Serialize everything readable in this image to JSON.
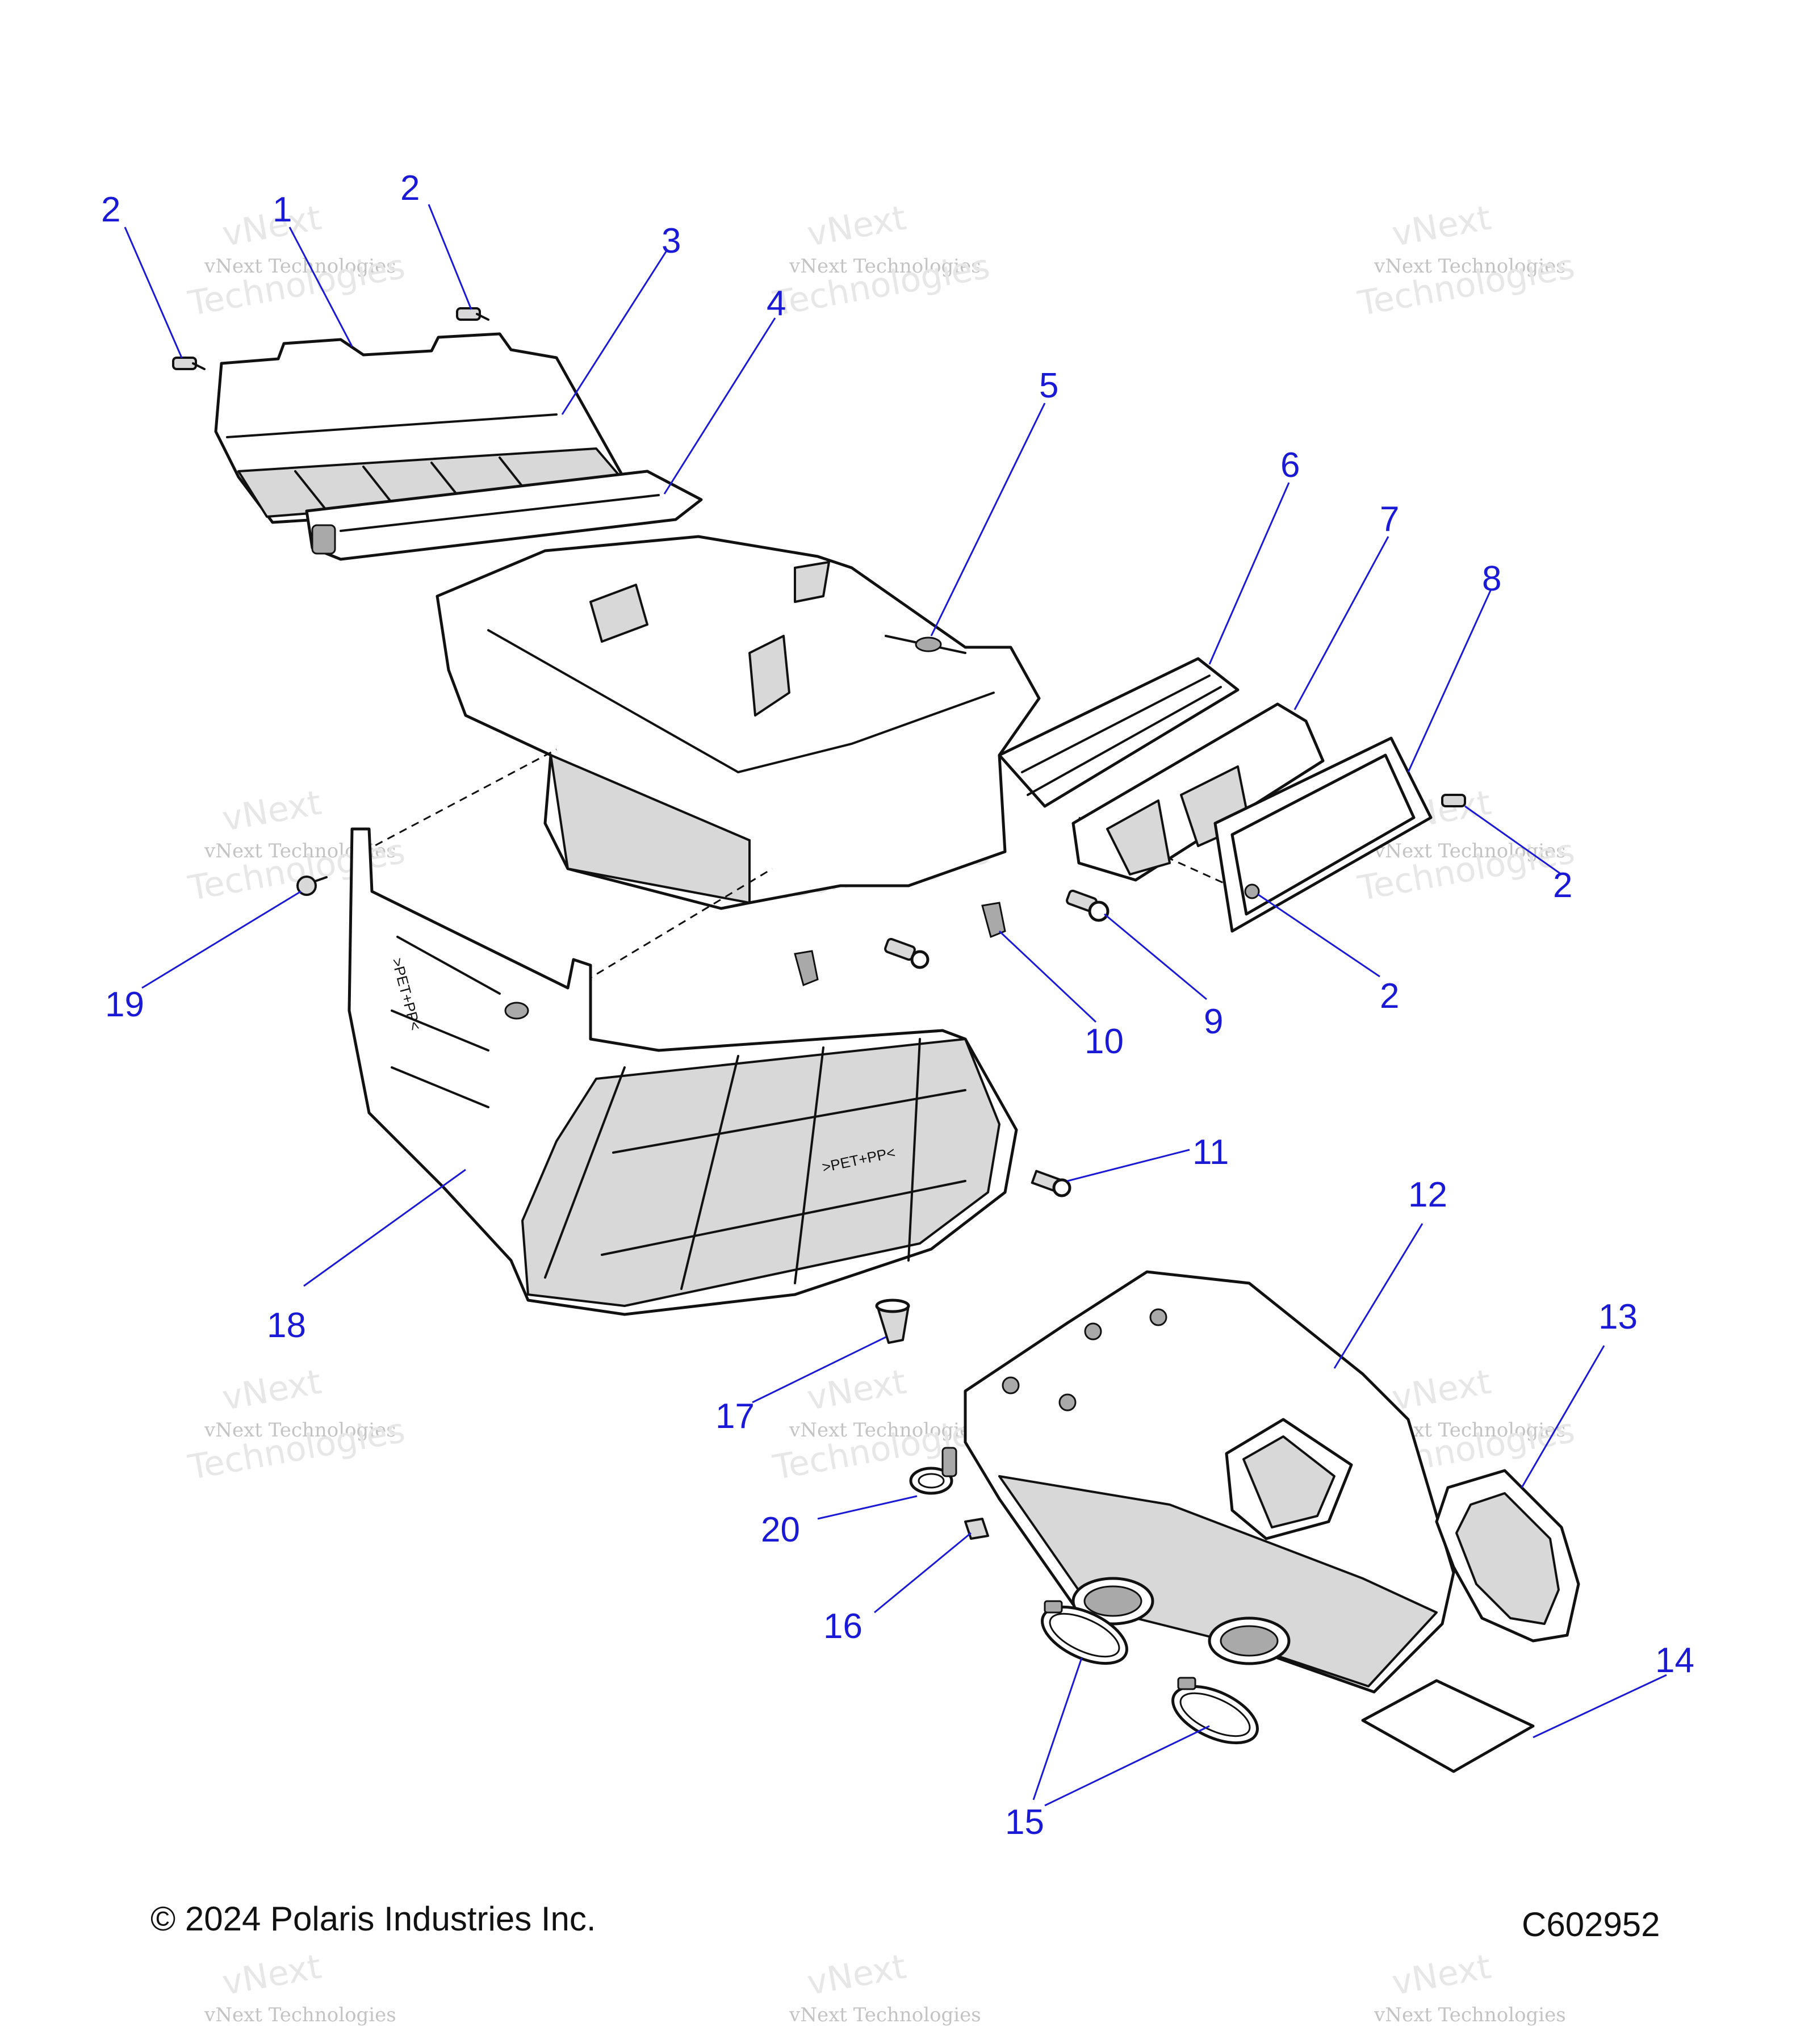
{
  "callouts": [
    {
      "id": "c1",
      "label": "1"
    },
    {
      "id": "c2a",
      "label": "2"
    },
    {
      "id": "c2b",
      "label": "2"
    },
    {
      "id": "c3",
      "label": "3"
    },
    {
      "id": "c4",
      "label": "4"
    },
    {
      "id": "c5",
      "label": "5"
    },
    {
      "id": "c6",
      "label": "6"
    },
    {
      "id": "c7",
      "label": "7"
    },
    {
      "id": "c8",
      "label": "8"
    },
    {
      "id": "c2c",
      "label": "2"
    },
    {
      "id": "c2d",
      "label": "2"
    },
    {
      "id": "c9",
      "label": "9"
    },
    {
      "id": "c10",
      "label": "10"
    },
    {
      "id": "c11",
      "label": "11"
    },
    {
      "id": "c12",
      "label": "12"
    },
    {
      "id": "c13",
      "label": "13"
    },
    {
      "id": "c14",
      "label": "14"
    },
    {
      "id": "c15",
      "label": "15"
    },
    {
      "id": "c16",
      "label": "16"
    },
    {
      "id": "c17",
      "label": "17"
    },
    {
      "id": "c18",
      "label": "18"
    },
    {
      "id": "c19",
      "label": "19"
    },
    {
      "id": "c20",
      "label": "20"
    }
  ],
  "watermark": {
    "line1": "vNext",
    "line2": "vNext Technologies",
    "line3": "Technologies"
  },
  "part_markings": {
    "material": ">PET+PP<"
  },
  "footer": {
    "copyright": "© 2024 Polaris Industries Inc.",
    "diagram_id": "C602952"
  },
  "colors": {
    "callout": "#1a1ad6",
    "line": "#111111",
    "shade": "#d8d8d8"
  }
}
